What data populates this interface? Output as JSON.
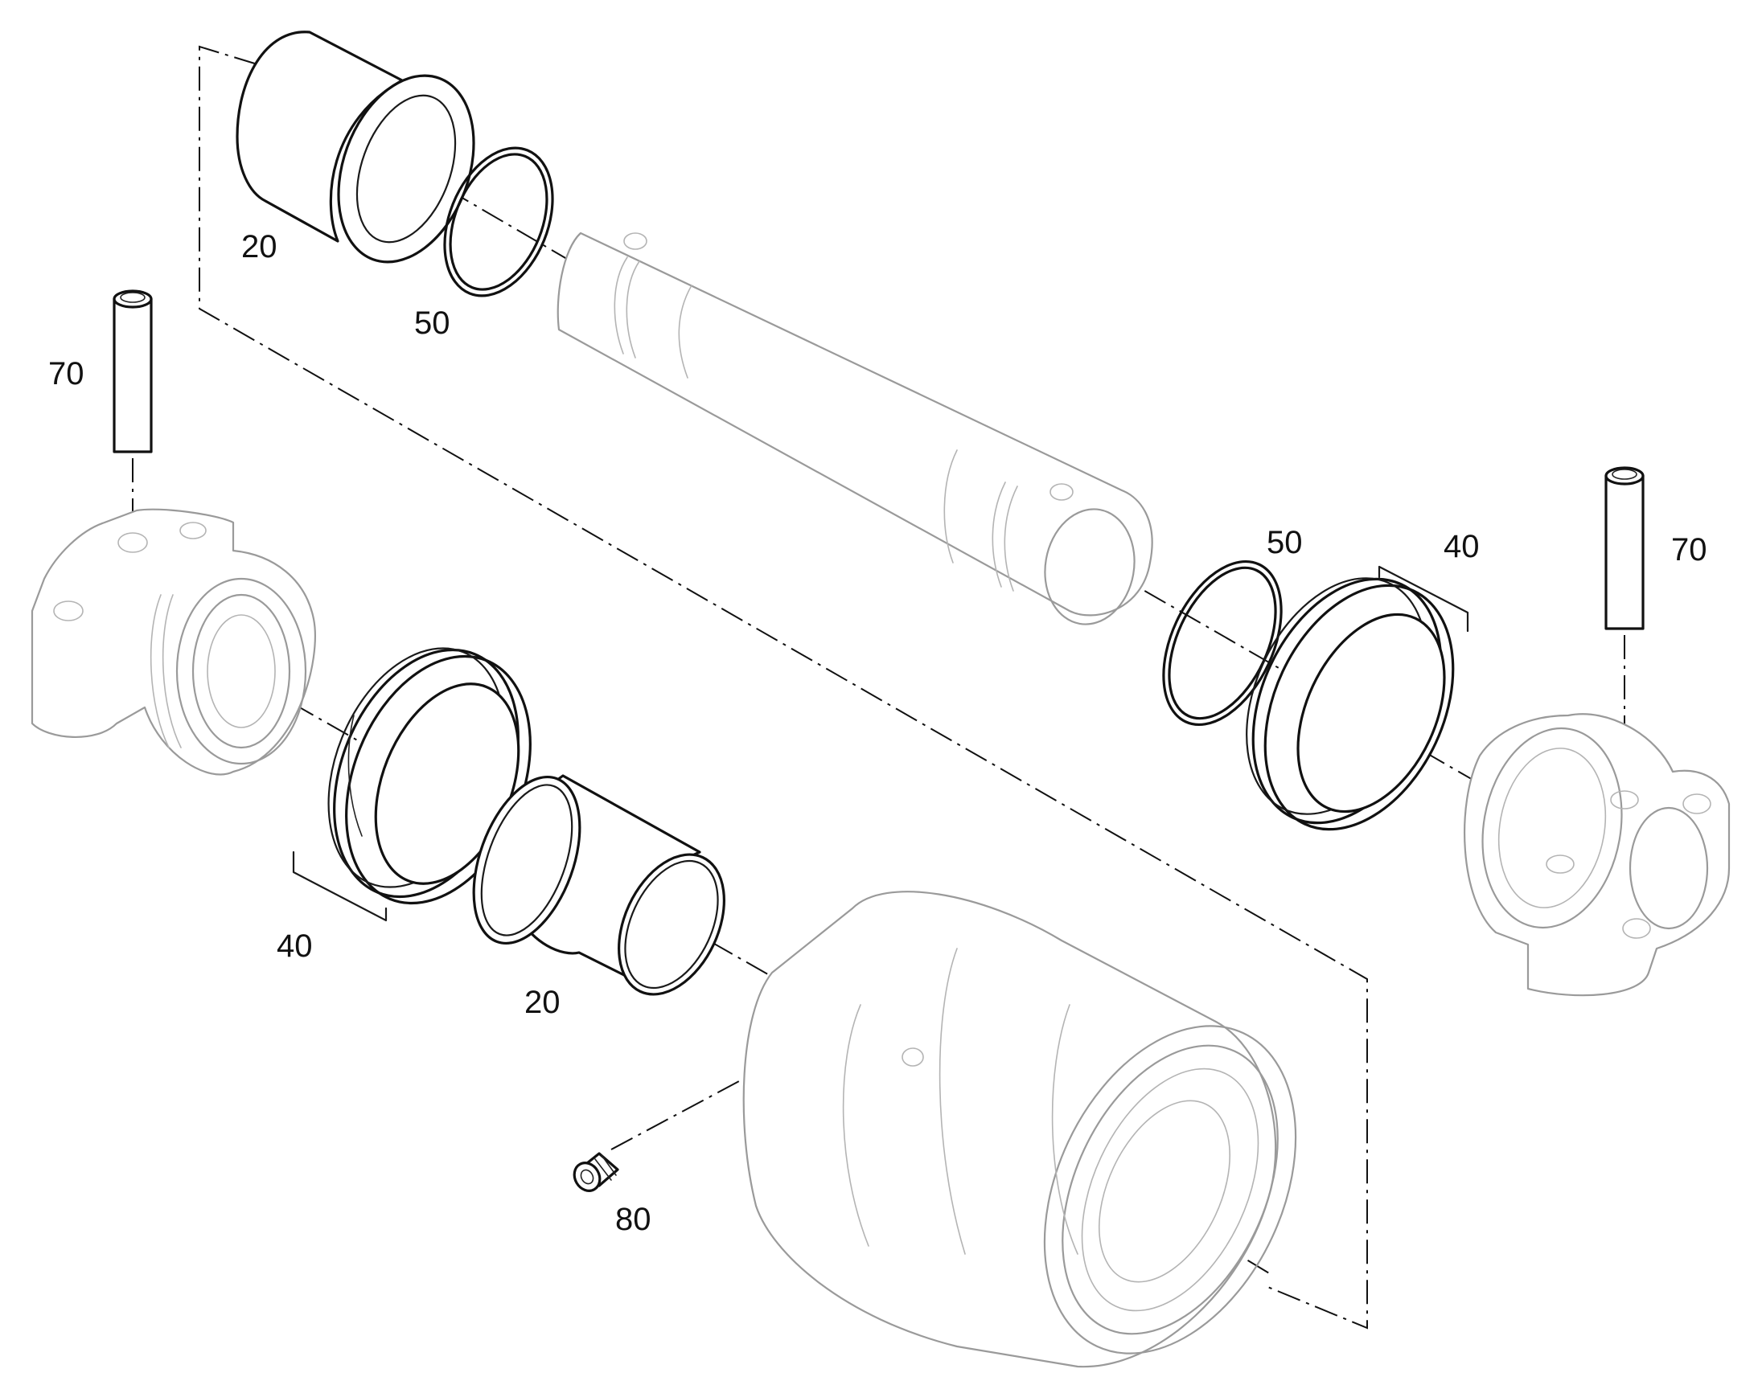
{
  "callouts": {
    "bushing_top": "20",
    "oring_top": "50",
    "pin_left": "70",
    "oring_right": "50",
    "seal_right": "40",
    "pin_right": "70",
    "seal_left": "40",
    "bushing_bottom": "20",
    "plug": "80"
  },
  "colors": {
    "line": "#111111",
    "hidden_line": "#9a9a9a",
    "background": "#ffffff"
  }
}
